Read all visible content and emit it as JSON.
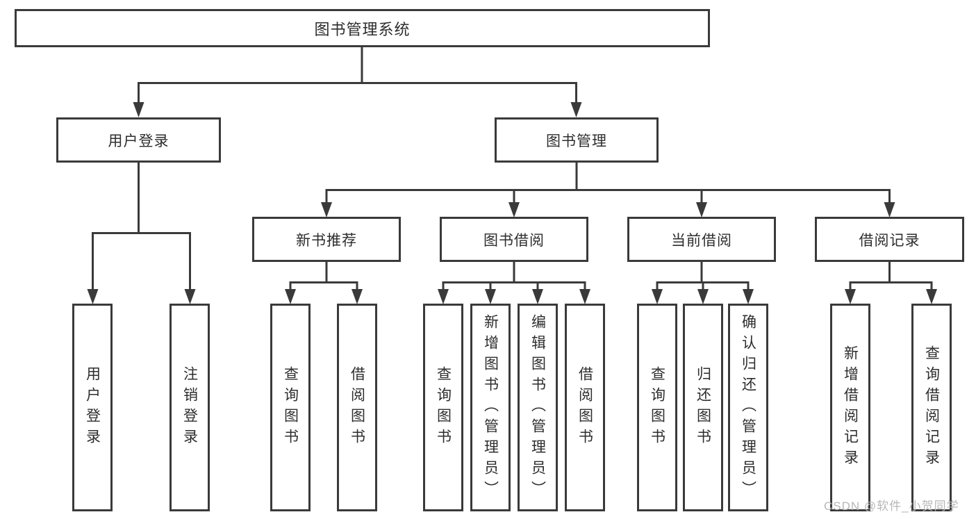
{
  "diagram": {
    "root": {
      "label": "图书管理系统"
    },
    "level2": {
      "user_login": {
        "label": "用户登录"
      },
      "book_mgmt": {
        "label": "图书管理"
      }
    },
    "level3": {
      "new_books": {
        "label": "新书推荐"
      },
      "book_borrow": {
        "label": "图书借阅"
      },
      "current_borrow": {
        "label": "当前借阅"
      },
      "borrow_records": {
        "label": "借阅记录"
      }
    },
    "leaves": {
      "user_login": [
        "用户登录",
        "注销登录"
      ],
      "new_books": [
        "查询图书",
        "借阅图书"
      ],
      "book_borrow": [
        "查询图书",
        "新增图书（管理员）",
        "编辑图书（管理员）",
        "借阅图书"
      ],
      "current_borrow": [
        "查询图书",
        "归还图书",
        "确认归还（管理员）"
      ],
      "borrow_records": [
        "新增借阅记录",
        "查询借阅记录"
      ]
    },
    "watermark": "CSDN @软件_小贺同学",
    "colors": {
      "line": "#3a3a3a",
      "text": "#2d2d2d",
      "box_background": "#ffffff",
      "page_background": "#ffffff",
      "watermark": "#b7b7b7"
    }
  }
}
